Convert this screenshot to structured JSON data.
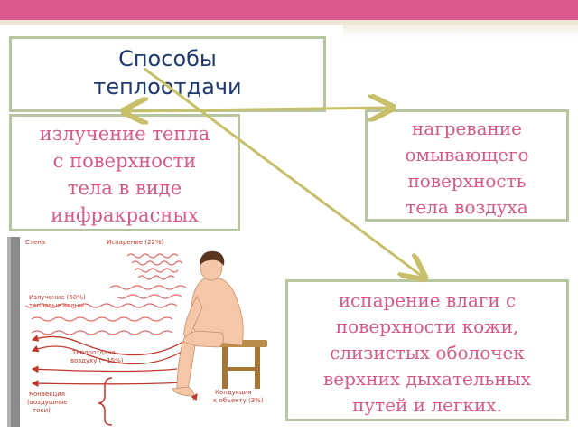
{
  "title": {
    "line1": "Способы",
    "line2": "теплоотдачи"
  },
  "methods": {
    "radiation": [
      "излучение тепла",
      "с поверхности",
      "тела в виде",
      "инфракрасных"
    ],
    "convection": [
      "нагревание",
      "омывающего",
      "поверхность",
      "тела воздуха"
    ],
    "evaporation": [
      "испарение влаги с",
      "поверхности кожи,",
      "слизистых оболочек",
      "верхних дыхательных",
      "путей и легких."
    ]
  },
  "figure": {
    "wall": "Стена",
    "evaporation": "Испарение (22%)",
    "radiation": "Излучение (60%)",
    "radiation_sub": "тепловые волны",
    "air_transfer": "Теплоотдача",
    "air_transfer_sub": "воздуху (~15%)",
    "convection": "Конвекция",
    "convection_sub1": "(воздушные",
    "convection_sub2": "токи)",
    "conduction": "Кондукция",
    "conduction_sub": "к объекту (3%)"
  },
  "colors": {
    "accent_pink": "#d45a8c",
    "title_blue": "#1f3a6e",
    "box_border": "#b8c6a0",
    "arrow_olive": "#c8bf6a",
    "top_bar": "#d9598e"
  }
}
